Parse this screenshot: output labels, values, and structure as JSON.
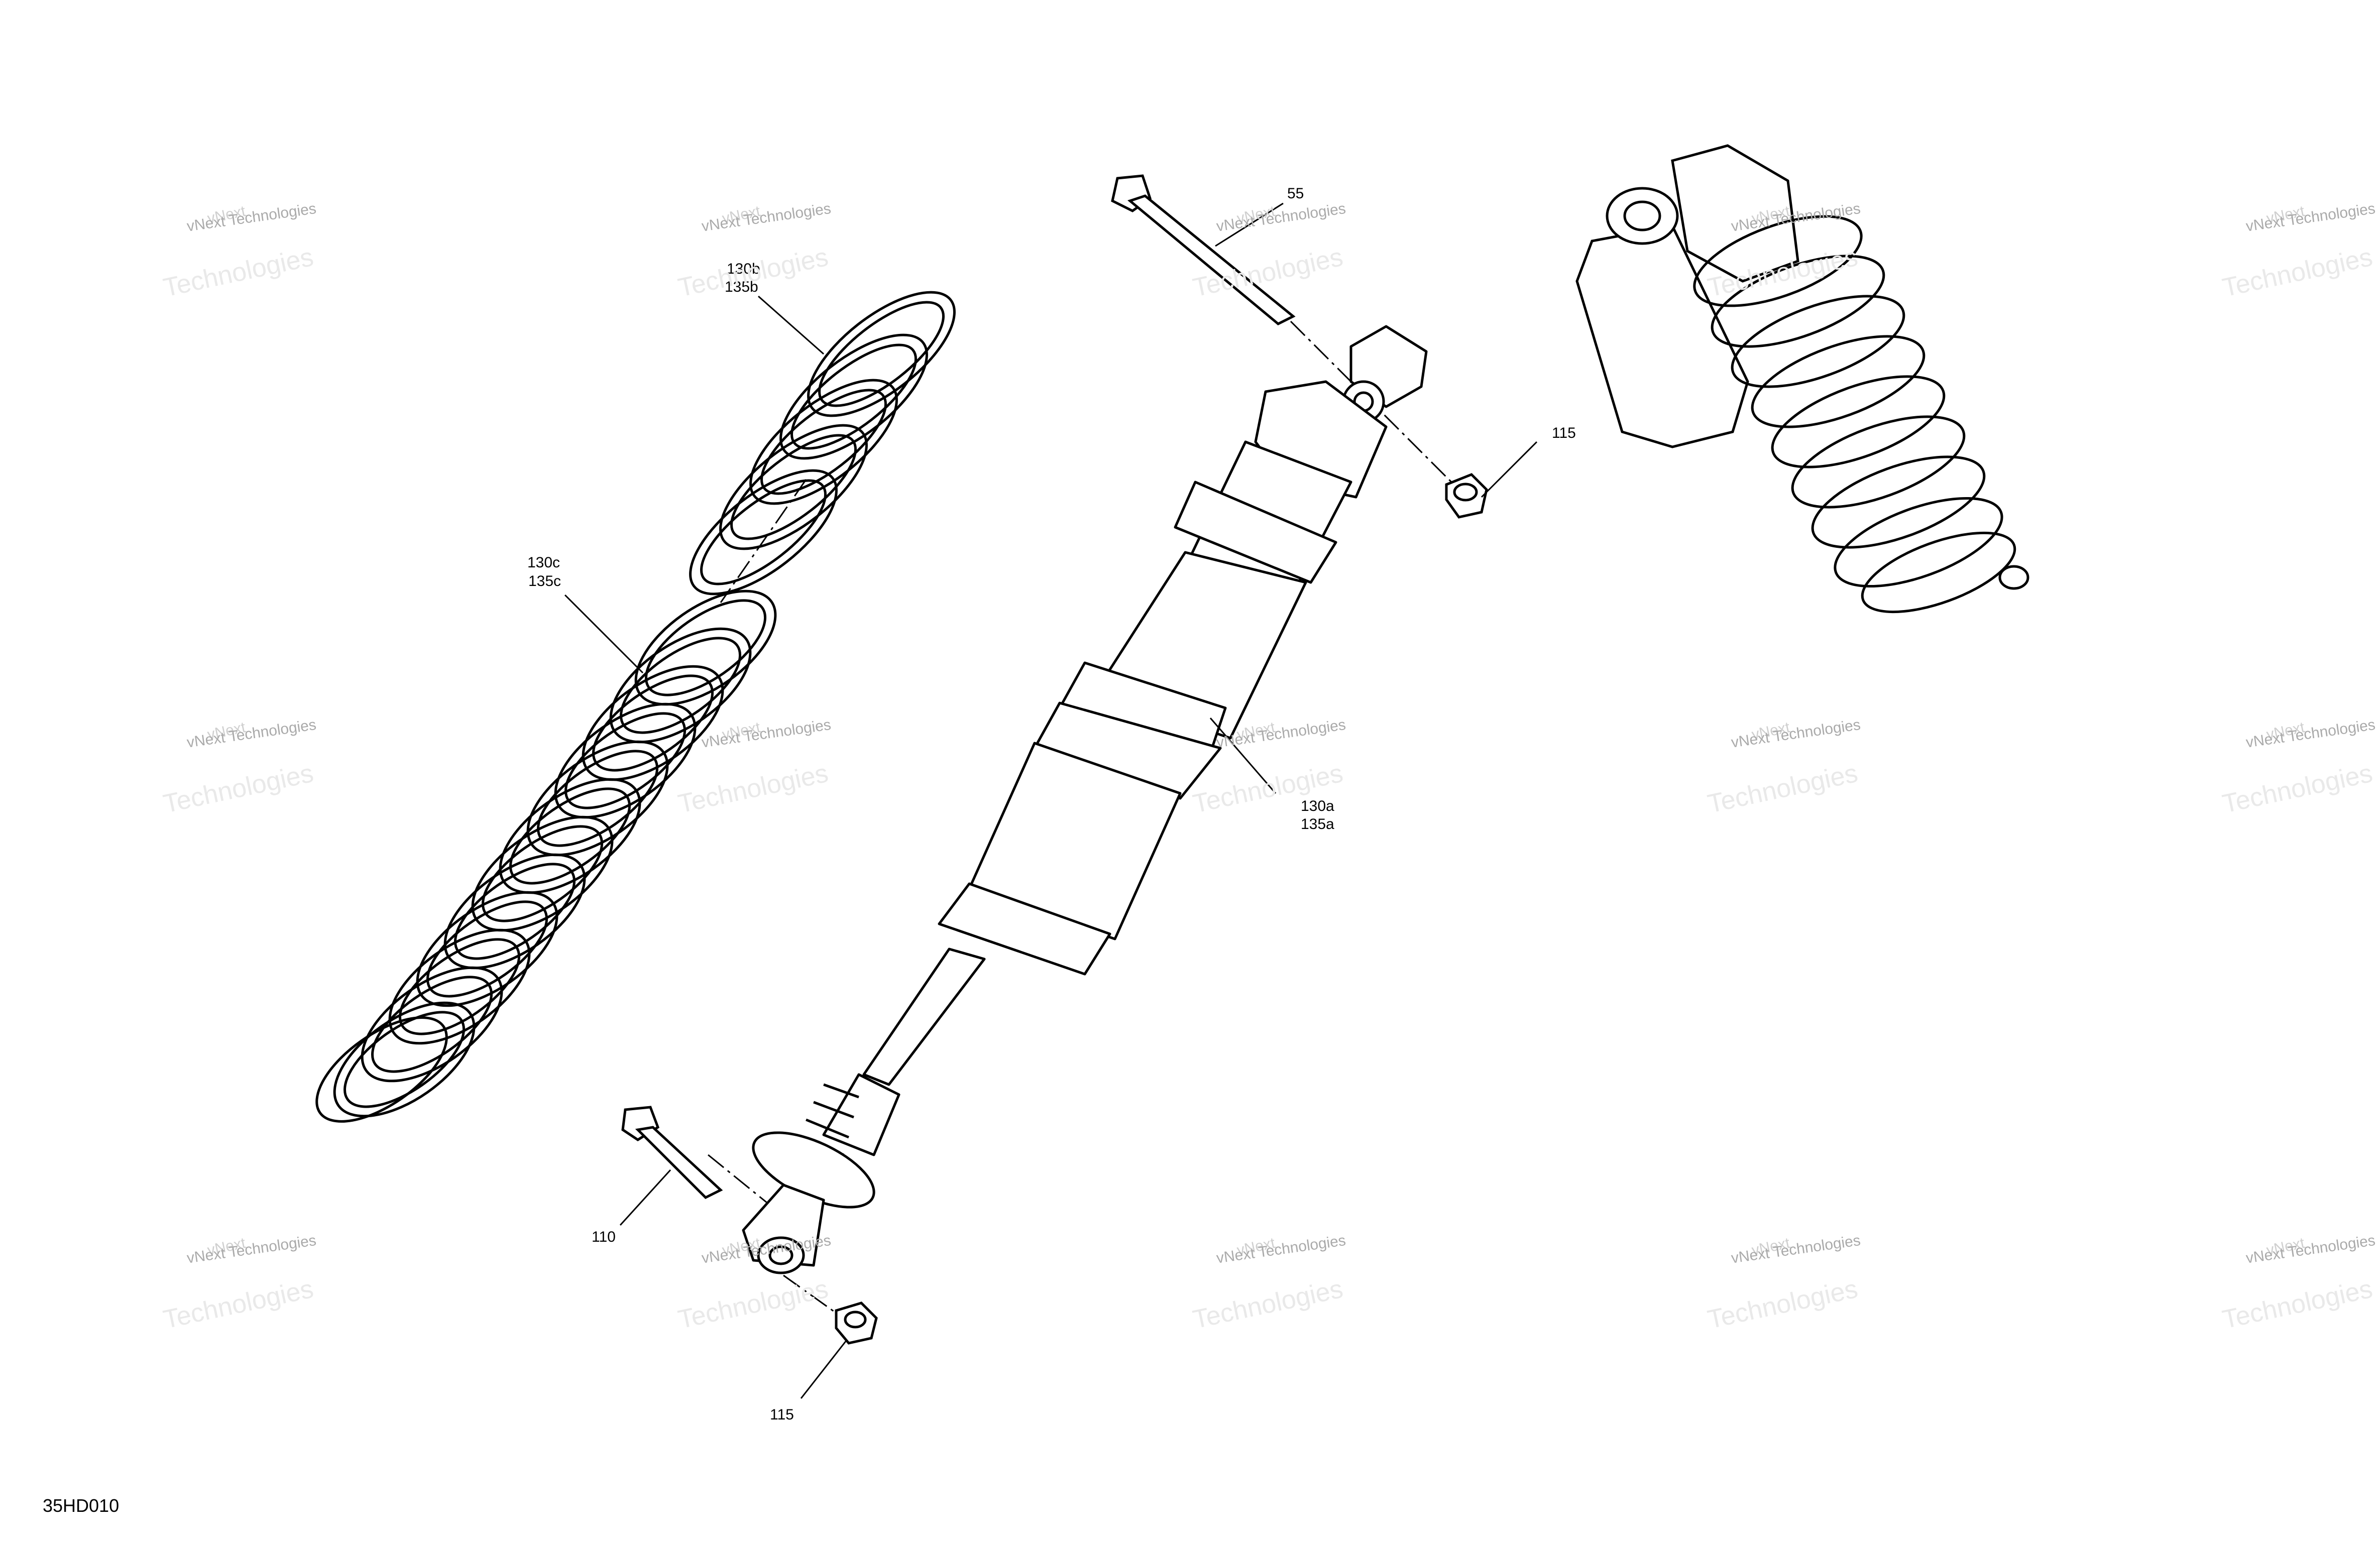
{
  "figure_id": "35HD010",
  "callouts": {
    "c55": "55",
    "c115_top": "115",
    "c130b": "130b",
    "c135b": "135b",
    "c130c": "130c",
    "c135c": "135c",
    "c130a": "130a",
    "c135a": "135a",
    "c110": "110",
    "c115_bottom": "115"
  },
  "watermark": {
    "company_top": "vNext",
    "company_big": "Technologies",
    "company_small": "vNext Technologies"
  }
}
